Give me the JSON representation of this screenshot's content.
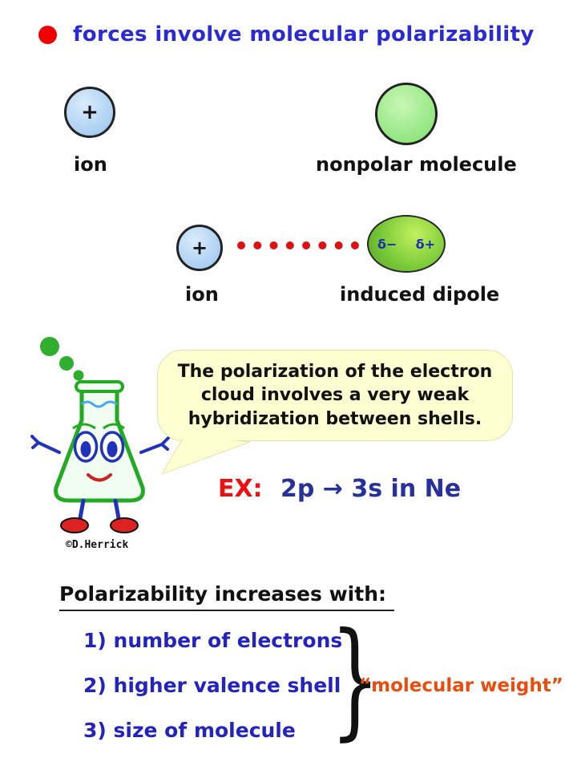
{
  "slide": {
    "title": "forces involve molecular polarizability",
    "diagram_top": {
      "ion_symbol": "+",
      "ion_label": "ion",
      "nonpolar_label": "nonpolar molecule"
    },
    "diagram_middle": {
      "ion_symbol": "+",
      "delta_minus": "δ−",
      "delta_plus": "δ+",
      "ion_label": "ion",
      "dipole_label": "induced dipole"
    },
    "speech_bubble": {
      "lines": [
        "The polarization of the electron",
        "cloud involves a very weak",
        "hybridization between shells."
      ]
    },
    "example": {
      "label": "EX:",
      "expression": "2p → 3s in Ne"
    },
    "credit": "©D.Herrick",
    "polarizability": {
      "heading": "Polarizability increases with:",
      "items": [
        "1) number of electrons",
        "2) higher valence shell",
        "3) size of molecule"
      ],
      "brace": "}",
      "annotation": "“molecular weight”"
    },
    "colors": {
      "title_blue": "#2b2bd6",
      "bullet_red": "#ee0000",
      "list_blue": "#2323c0",
      "example_red": "#ee1111",
      "expression_blue": "#27309b",
      "annotation_orange": "#e84d0e",
      "ion_fill": "#a9cdf2",
      "nonpolar_fill": "#8fe57e",
      "dipole_fill": "#7ccb3a",
      "bubble_fill": "#ffffd2",
      "dotted_line_red": "#dd1111"
    }
  }
}
